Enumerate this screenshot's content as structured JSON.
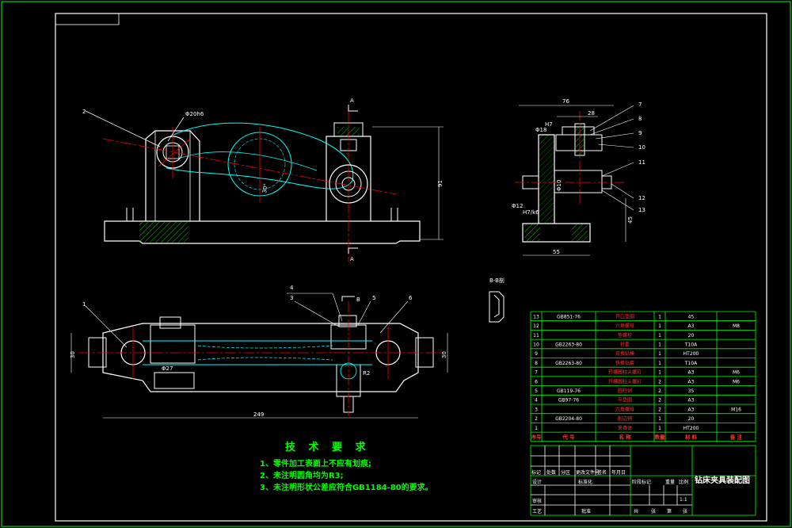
{
  "colors": {
    "background": "#000000",
    "frame": "#00ff00",
    "outline": "#ffffff",
    "centerline": "#ff0000",
    "hidden": "#00ffff",
    "hatch": "#00ff00",
    "part_text": "#ff3030"
  },
  "front_view": {
    "balloon": "2",
    "section_mark_top": "A",
    "section_mark_bottom": "A",
    "dims": {
      "hole": "Φ20h6",
      "height": "91",
      "angle": "30°"
    }
  },
  "side_view": {
    "balloons": [
      "7",
      "8",
      "9",
      "10",
      "11",
      "12",
      "13"
    ],
    "dims": {
      "width_top": "76",
      "width_inner": "28",
      "fit_pin": "Φ18",
      "fit_small": "H7",
      "fit_shaft": "Φ12",
      "fit_shaft2": "H7/k6",
      "bottom": "55",
      "height": "45",
      "fit_mid": "Φ10"
    }
  },
  "section_bb": {
    "label": "B-B剖"
  },
  "top_view": {
    "balloons": [
      "1",
      "3",
      "4",
      "5",
      "6"
    ],
    "section_mark": "B",
    "dims": {
      "left": "30",
      "right": "30",
      "length": "249",
      "clearance": "Φ27",
      "r": "R2"
    }
  },
  "requirements": {
    "title": "技 术 要 求",
    "items": [
      "1、零件加工表面上不应有划痕;",
      "2、未注明圆角均为R3;",
      "3、未注明形状公差应符合GB1184-80的要求。"
    ]
  },
  "parts_table": {
    "rows": [
      {
        "no": "13",
        "code": "GB851-76",
        "name": "开口垫圈",
        "qty": "1",
        "material": "45",
        "note": ""
      },
      {
        "no": "12",
        "code": "",
        "name": "六角螺母",
        "qty": "1",
        "material": "A3",
        "note": "M8"
      },
      {
        "no": "11",
        "code": "",
        "name": "垫螺栓",
        "qty": "1",
        "material": "20",
        "note": ""
      },
      {
        "no": "10",
        "code": "GB2263-80",
        "name": "衬套",
        "qty": "1",
        "material": "T10A",
        "note": ""
      },
      {
        "no": "9",
        "code": "",
        "name": "可换钻模",
        "qty": "1",
        "material": "HT200",
        "note": ""
      },
      {
        "no": "8",
        "code": "GB2263-80",
        "name": "快换钻套",
        "qty": "1",
        "material": "T10A",
        "note": ""
      },
      {
        "no": "7",
        "code": "",
        "name": "开槽圆柱头螺钉",
        "qty": "1",
        "material": "A3",
        "note": "M6"
      },
      {
        "no": "6",
        "code": "",
        "name": "开槽圆柱头螺钉",
        "qty": "2",
        "material": "A3",
        "note": "M6"
      },
      {
        "no": "5",
        "code": "GB119-76",
        "name": "圆柱销",
        "qty": "2",
        "material": "35",
        "note": ""
      },
      {
        "no": "4",
        "code": "GB97-76",
        "name": "平垫圈",
        "qty": "2",
        "material": "A3",
        "note": ""
      },
      {
        "no": "3",
        "code": "",
        "name": "六角螺母",
        "qty": "2",
        "material": "A3",
        "note": "M16"
      },
      {
        "no": "2",
        "code": "GB2204-80",
        "name": "削边销",
        "qty": "1",
        "material": "20",
        "note": ""
      },
      {
        "no": "1",
        "code": "",
        "name": "夹具体",
        "qty": "1",
        "material": "HT200",
        "note": ""
      }
    ],
    "headers": {
      "no": "序号",
      "code": "代  号",
      "name": "名  称",
      "qty": "数量",
      "material": "材  料",
      "note": "备  注"
    }
  },
  "title_block": {
    "drawing_name": "钻床夹具装配图",
    "labels": [
      "标记",
      "处数",
      "分区",
      "更改文件号",
      "签名",
      "年月日",
      "设计",
      "标准化",
      "审核",
      "工艺",
      "批准",
      "阶段标记",
      "重量",
      "比例"
    ],
    "scale": "1:1",
    "sheet": [
      "共",
      "张",
      "第",
      "张"
    ]
  }
}
